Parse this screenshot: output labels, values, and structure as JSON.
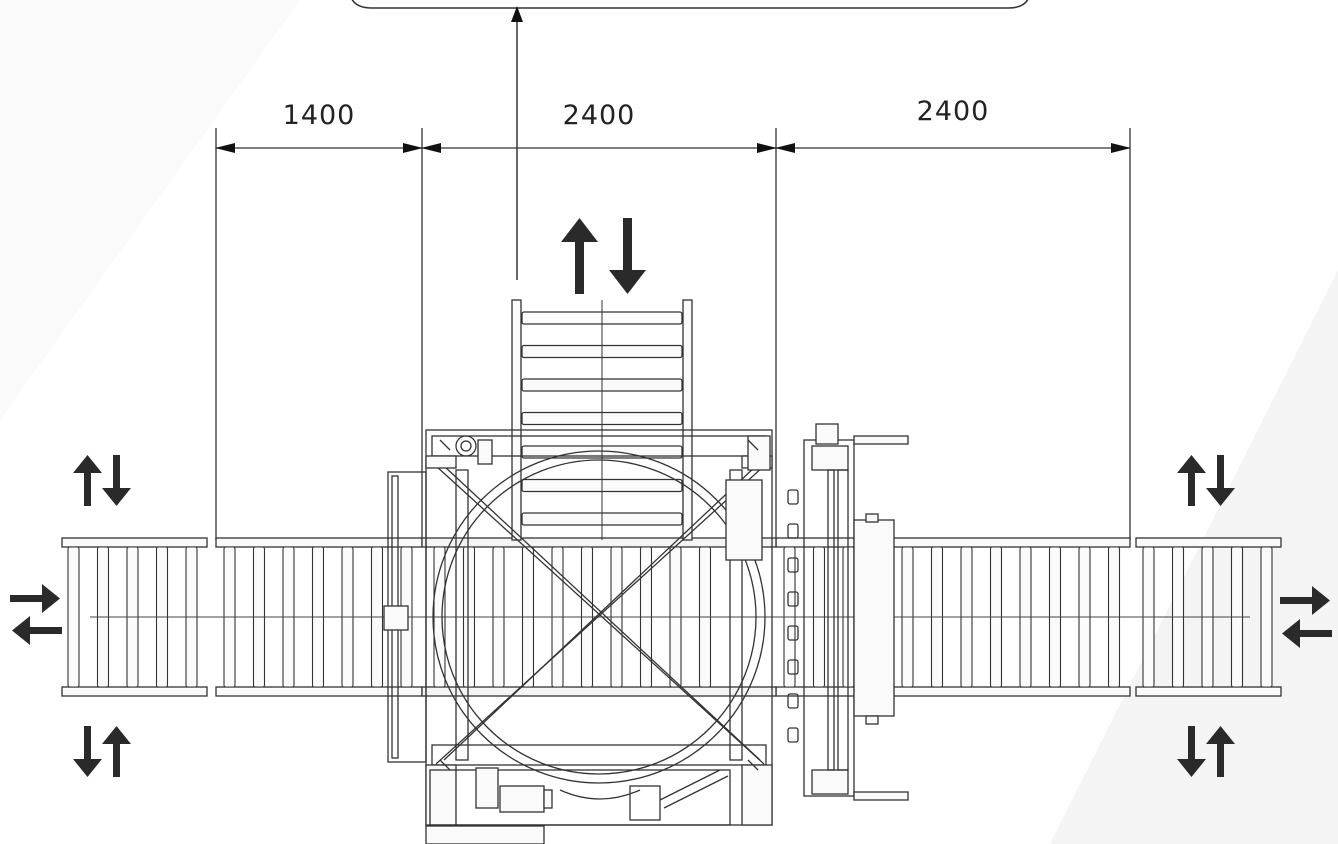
{
  "dimensions": [
    {
      "label": "1400"
    },
    {
      "label": "2400"
    },
    {
      "label": "2400"
    }
  ],
  "colors": {
    "line": "#333333",
    "arrow": "#2a2a2a",
    "background": "#ffffff",
    "shade": "#f2f2f2"
  },
  "icons": [
    "up-down-arrows-icon",
    "left-right-arrows-icon"
  ]
}
